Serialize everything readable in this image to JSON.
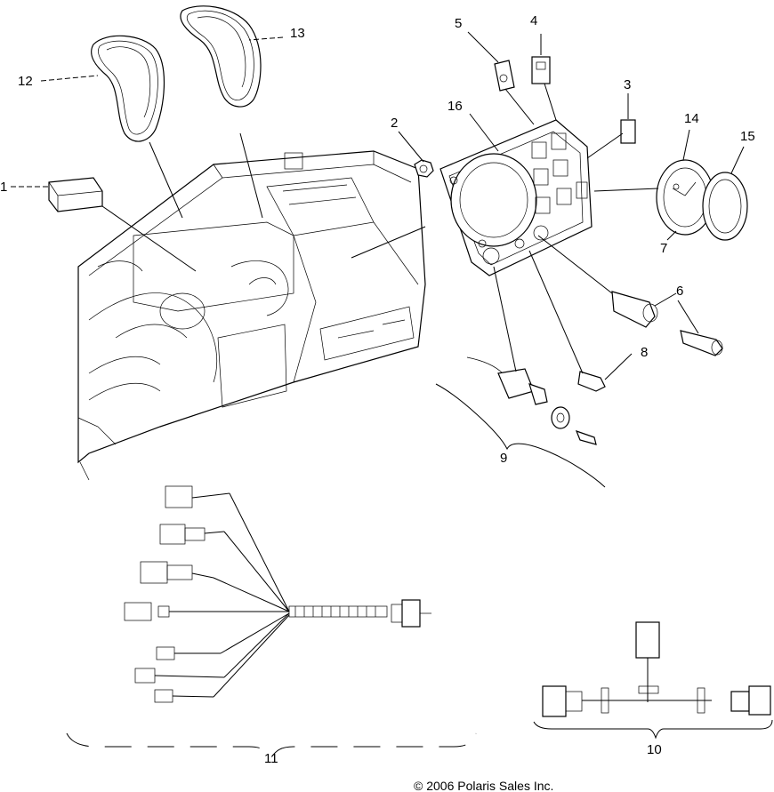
{
  "callouts": [
    "1",
    "2",
    "3",
    "4",
    "5",
    "6",
    "7",
    "8",
    "9",
    "10",
    "11",
    "12",
    "13",
    "14",
    "15",
    "16"
  ],
  "copyright": "© 2006 Polaris Sales Inc."
}
